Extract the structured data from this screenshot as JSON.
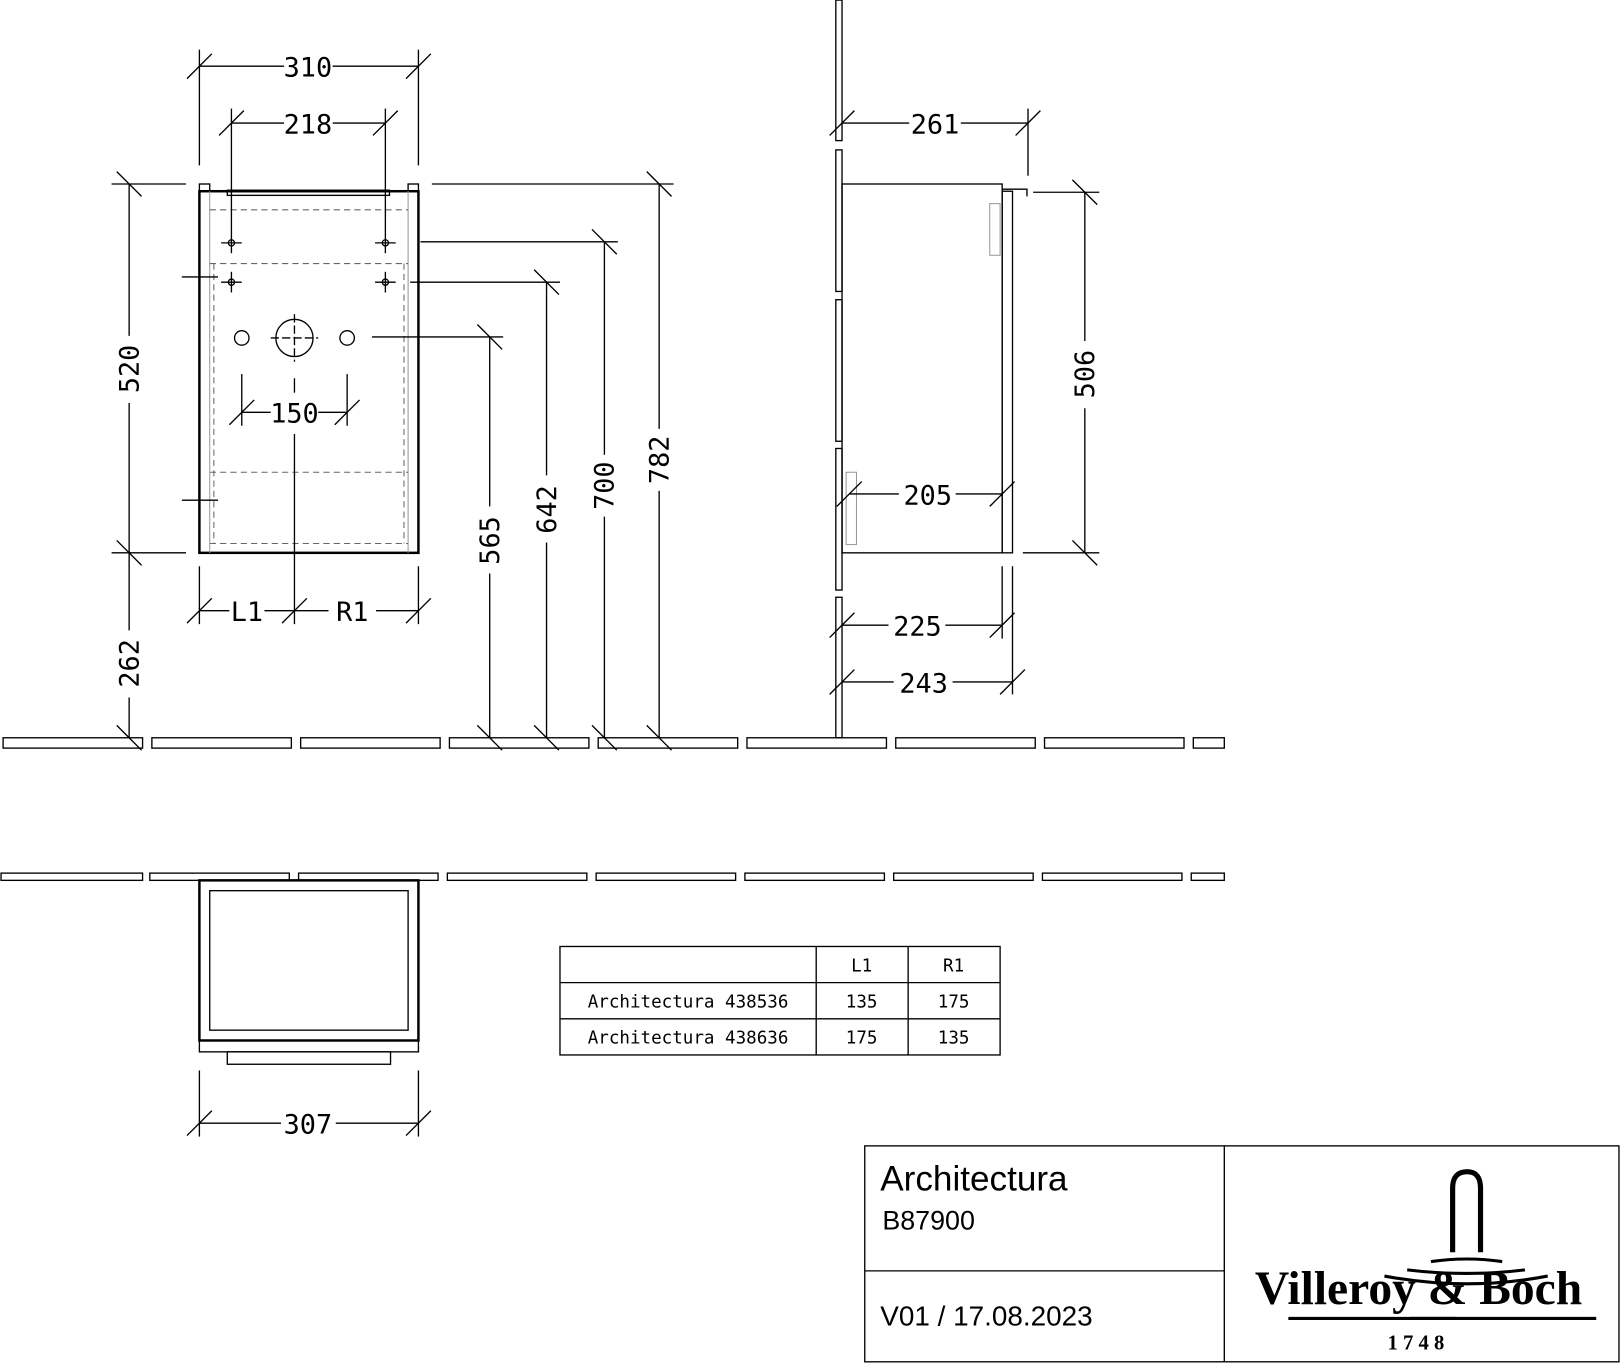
{
  "front_view": {
    "dims": {
      "w310": "310",
      "w218": "218",
      "h520": "520",
      "h262": "262",
      "w150": "150",
      "l1": "L1",
      "r1": "R1",
      "h565": "565",
      "h642": "642",
      "h700": "700",
      "h782": "782"
    }
  },
  "side_view": {
    "dims": {
      "d261": "261",
      "h506": "506",
      "d205": "205",
      "d225": "225",
      "d243": "243"
    }
  },
  "top_view": {
    "dims": {
      "w307": "307"
    }
  },
  "variant_table": {
    "headers": [
      "",
      "L1",
      "R1"
    ],
    "rows": [
      {
        "name": "Architectura 438536",
        "l1": "135",
        "r1": "175"
      },
      {
        "name": "Architectura 438636",
        "l1": "175",
        "r1": "135"
      }
    ]
  },
  "title_block": {
    "product": "Architectura",
    "code": "B87900",
    "version": "V01 / 17.08.2023",
    "logo": {
      "brand": "Villeroy & Boch",
      "year": "1748"
    }
  }
}
